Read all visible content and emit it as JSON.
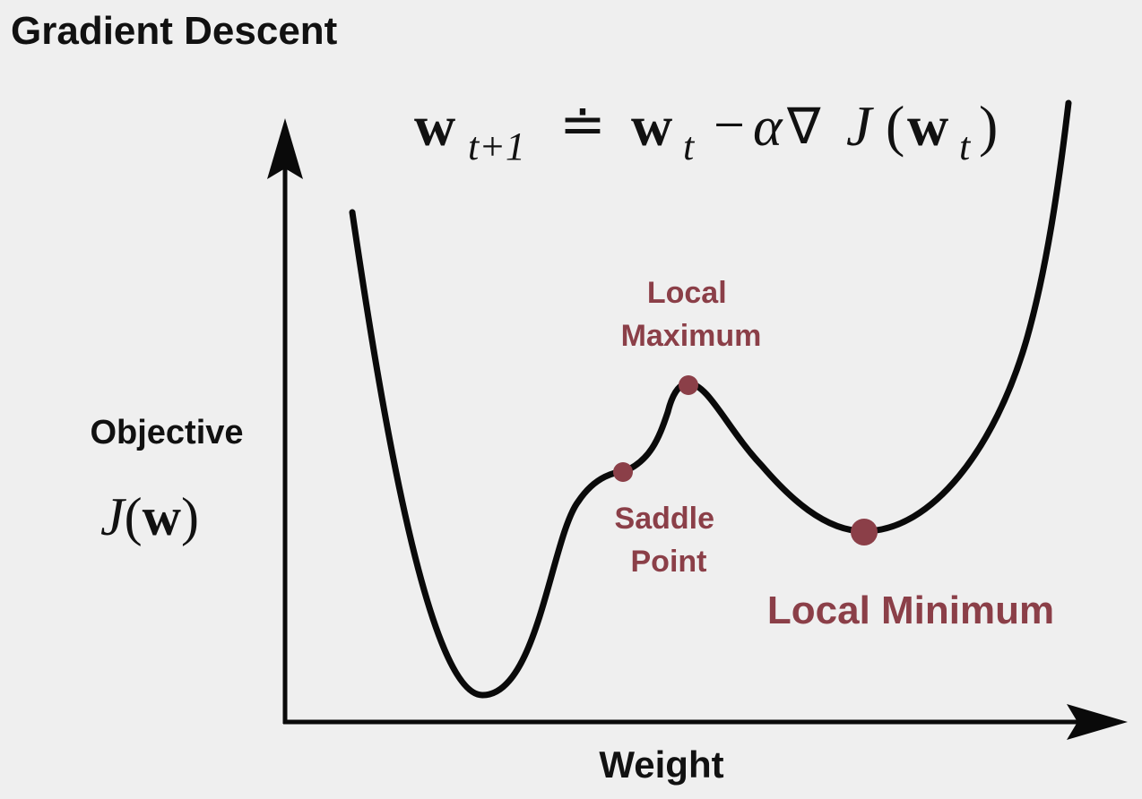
{
  "title": "Gradient Descent",
  "equation": {
    "w": "w",
    "sub_next": "t+1",
    "defeq": "≐",
    "sub_t": "t",
    "minus": "−",
    "alpha": "α",
    "nabla": "∇",
    "J": "J",
    "open_paren": "(",
    "close_paren": ")"
  },
  "axes": {
    "ylabel": "Objective",
    "ylabel_math": {
      "J": "J",
      "open": "(",
      "w": "w",
      "close": ")"
    },
    "xlabel": "Weight"
  },
  "points": {
    "local_maximum": [
      "Local",
      "Maximum"
    ],
    "saddle_point": [
      "Saddle",
      "Point"
    ],
    "local_minimum": "Local Minimum"
  },
  "colors": {
    "background": "#efefef",
    "curve": "#0a0a0a",
    "accent": "#8b3f48",
    "text": "#111111"
  }
}
